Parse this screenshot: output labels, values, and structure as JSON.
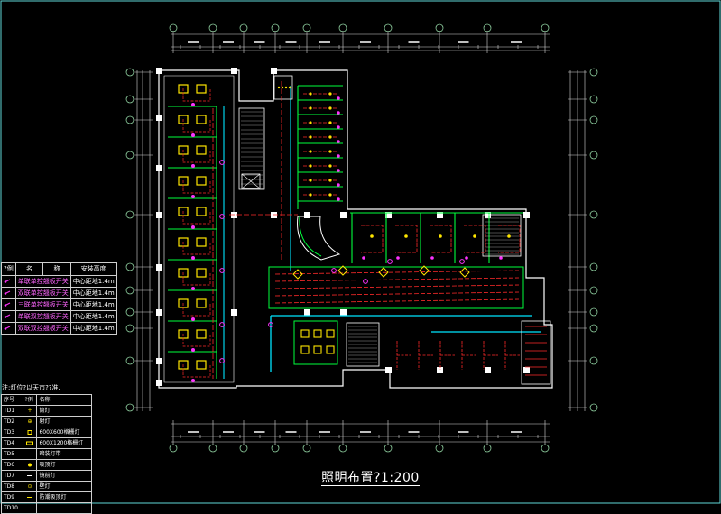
{
  "title": "照明布置?1:200",
  "note": "注:灯位?以天市??准.",
  "switch_legend": {
    "headers": [
      "?例",
      "名",
      "称",
      "安装高度"
    ],
    "rows": [
      {
        "symbol": "switch-1",
        "name": "单联单控翘板开关",
        "height": "中心距地1.4m"
      },
      {
        "symbol": "switch-2",
        "name": "双联单控翘板开关",
        "height": "中心距地1.4m"
      },
      {
        "symbol": "switch-3",
        "name": "三联单控翘板开关",
        "height": "中心距地1.4m"
      },
      {
        "symbol": "switch-4",
        "name": "单联双控翘板开关",
        "height": "中心距地1.4m"
      },
      {
        "symbol": "switch-5",
        "name": "双联双控翘板开关",
        "height": "中心距地1.4m"
      }
    ]
  },
  "fixture_legend": {
    "headers": [
      "序号",
      "?例",
      "名称"
    ],
    "rows": [
      {
        "code": "TD1",
        "name": "筒灯"
      },
      {
        "code": "TD2",
        "name": "射灯"
      },
      {
        "code": "TD3",
        "name": "600X600格栅灯"
      },
      {
        "code": "TD4",
        "name": "600X1200格栅灯"
      },
      {
        "code": "TD5",
        "name": "暗装灯带"
      },
      {
        "code": "TD6",
        "name": "吸顶灯"
      },
      {
        "code": "TD7",
        "name": "镜前灯"
      },
      {
        "code": "TD8",
        "name": "壁灯"
      },
      {
        "code": "TD9",
        "name": "防潮吸顶灯"
      },
      {
        "code": "TD10",
        "name": ""
      }
    ]
  },
  "colors": {
    "background": "#000000",
    "walls": "#ffffff",
    "grid": "#c9c9c9",
    "axis": "#8fd0a0",
    "lighting_circuit": "#ff2a2a",
    "partition": "#00ff3c",
    "cable_tray": "#00e5ff",
    "fixture": "#ffe600",
    "switch": "#ff33ff"
  }
}
